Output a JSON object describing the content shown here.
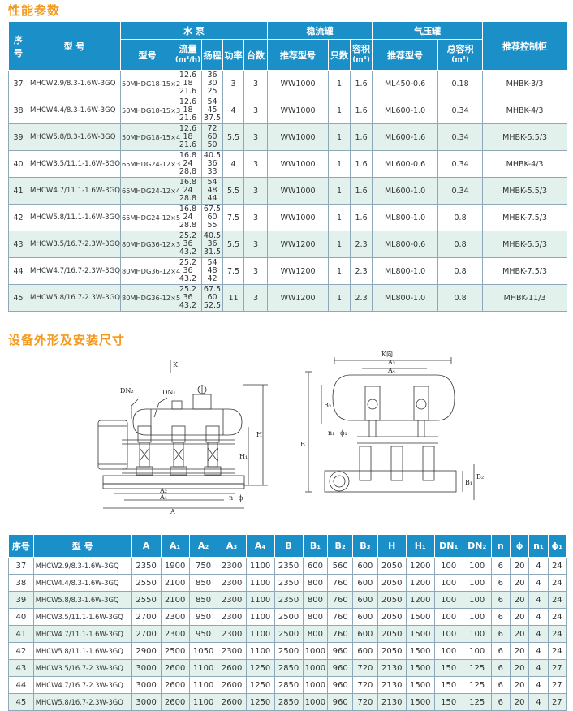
{
  "section1_title": "性能参数",
  "section2_title": "设备外形及安装尺寸",
  "perf": {
    "headers": {
      "seq": [
        "序",
        "号"
      ],
      "model": "型 号",
      "pump_group": "水 泵",
      "pump_model": "型号",
      "flow": "流量",
      "flow_unit": "(m³/h)",
      "head": "扬程",
      "power": "功率",
      "count": "台数",
      "tank_group": "稳流罐",
      "tank_model": "推荐型号",
      "tank_qty": "只数",
      "tank_vol": "容积",
      "tank_vol_unit": "(m³)",
      "press_group": "气压罐",
      "press_model": "推荐型号",
      "press_vol": "总容积",
      "press_vol_unit": "(m³)",
      "cabinet": "推荐控制柜"
    },
    "rows": [
      {
        "seq": "37",
        "model": "MHCW2.9/8.3-1.6W-3GQ",
        "pump": "50MHDG18-15×2",
        "flow": [
          "12.6",
          "18",
          "21.6"
        ],
        "head": [
          "36",
          "30",
          "25"
        ],
        "power": "3",
        "count": "3",
        "tank": "WW1000",
        "qty": "1",
        "vol": "1.6",
        "press": "ML450-0.6",
        "pvol": "0.18",
        "cab": "MHBK-3/3"
      },
      {
        "seq": "38",
        "model": "MHCW4.4/8.3-1.6W-3GQ",
        "pump": "50MHDG18-15×3",
        "flow": [
          "12.6",
          "18",
          "21.6"
        ],
        "head": [
          "54",
          "45",
          "37.5"
        ],
        "power": "4",
        "count": "3",
        "tank": "WW1000",
        "qty": "1",
        "vol": "1.6",
        "press": "ML600-1.0",
        "pvol": "0.34",
        "cab": "MHBK-4/3"
      },
      {
        "seq": "39",
        "model": "MHCW5.8/8.3-1.6W-3GQ",
        "pump": "50MHDG18-15×4",
        "flow": [
          "12.6",
          "18",
          "21.6"
        ],
        "head": [
          "72",
          "60",
          "50"
        ],
        "power": "5.5",
        "count": "3",
        "tank": "WW1000",
        "qty": "1",
        "vol": "1.6",
        "press": "ML600-1.6",
        "pvol": "0.34",
        "cab": "MHBK-5.5/3"
      },
      {
        "seq": "40",
        "model": "MHCW3.5/11.1-1.6W-3GQ",
        "pump": "65MHDG24-12×3",
        "flow": [
          "16.8",
          "24",
          "28.8"
        ],
        "head": [
          "40.5",
          "36",
          "33"
        ],
        "power": "4",
        "count": "3",
        "tank": "WW1000",
        "qty": "1",
        "vol": "1.6",
        "press": "ML600-0.6",
        "pvol": "0.34",
        "cab": "MHBK-4/3"
      },
      {
        "seq": "41",
        "model": "MHCW4.7/11.1-1.6W-3GQ",
        "pump": "65MHDG24-12×4",
        "flow": [
          "16.8",
          "24",
          "28.8"
        ],
        "head": [
          "54",
          "48",
          "44"
        ],
        "power": "5.5",
        "count": "3",
        "tank": "WW1000",
        "qty": "1",
        "vol": "1.6",
        "press": "ML600-1.0",
        "pvol": "0.34",
        "cab": "MHBK-5.5/3"
      },
      {
        "seq": "42",
        "model": "MHCW5.8/11.1-1.6W-3GQ",
        "pump": "65MHDG24-12×5",
        "flow": [
          "16.8",
          "24",
          "28.8"
        ],
        "head": [
          "67.5",
          "60",
          "55"
        ],
        "power": "7.5",
        "count": "3",
        "tank": "WW1000",
        "qty": "1",
        "vol": "1.6",
        "press": "ML800-1.0",
        "pvol": "0.8",
        "cab": "MHBK-7.5/3"
      },
      {
        "seq": "43",
        "model": "MHCW3.5/16.7-2.3W-3GQ",
        "pump": "80MHDG36-12×3",
        "flow": [
          "25.2",
          "36",
          "43.2"
        ],
        "head": [
          "40.5",
          "36",
          "31.5"
        ],
        "power": "5.5",
        "count": "3",
        "tank": "WW1200",
        "qty": "1",
        "vol": "2.3",
        "press": "ML800-0.6",
        "pvol": "0.8",
        "cab": "MHBK-5.5/3"
      },
      {
        "seq": "44",
        "model": "MHCW4.7/16.7-2.3W-3GQ",
        "pump": "80MHDG36-12×4",
        "flow": [
          "25.2",
          "36",
          "43.2"
        ],
        "head": [
          "54",
          "48",
          "42"
        ],
        "power": "7.5",
        "count": "3",
        "tank": "WW1200",
        "qty": "1",
        "vol": "2.3",
        "press": "ML800-1.0",
        "pvol": "0.8",
        "cab": "MHBK-7.5/3"
      },
      {
        "seq": "45",
        "model": "MHCW5.8/16.7-2.3W-3GQ",
        "pump": "80MHDG36-12×5",
        "flow": [
          "25.2",
          "36",
          "43.2"
        ],
        "head": [
          "67.5",
          "60",
          "52.5"
        ],
        "power": "11",
        "count": "3",
        "tank": "WW1200",
        "qty": "1",
        "vol": "2.3",
        "press": "ML800-1.0",
        "pvol": "0.8",
        "cab": "MHBK-11/3"
      }
    ]
  },
  "drawing": {
    "front_labels": {
      "K": "K",
      "DN2": "DN₂",
      "DN1": "DN₁",
      "H1": "H₁",
      "H": "H",
      "A2": "A₂",
      "A1": "A₁",
      "A": "A",
      "n_phi": "n−ϕ"
    },
    "side_labels": {
      "K_dir": "K向",
      "A3": "A₃",
      "A4": "A₄",
      "B3": "B₃",
      "B": "B",
      "n1_phi1": "n₁−ϕ₁",
      "B1": "B₁",
      "B2": "B₂"
    }
  },
  "dims": {
    "headers": [
      "序号",
      "型 号",
      "A",
      "A₁",
      "A₂",
      "A₃",
      "A₄",
      "B",
      "B₁",
      "B₂",
      "B₃",
      "H",
      "H₁",
      "DN₁",
      "DN₂",
      "n",
      "ϕ",
      "n₁",
      "ϕ₁"
    ],
    "rows": [
      [
        "37",
        "MHCW2.9/8.3-1.6W-3GQ",
        "2350",
        "1900",
        "750",
        "2300",
        "1100",
        "2350",
        "600",
        "560",
        "600",
        "2050",
        "1200",
        "100",
        "100",
        "6",
        "20",
        "4",
        "24"
      ],
      [
        "38",
        "MHCW4.4/8.3-1.6W-3GQ",
        "2550",
        "2100",
        "850",
        "2300",
        "1100",
        "2350",
        "800",
        "760",
        "600",
        "2050",
        "1200",
        "100",
        "100",
        "6",
        "20",
        "4",
        "24"
      ],
      [
        "39",
        "MHCW5.8/8.3-1.6W-3GQ",
        "2550",
        "2100",
        "850",
        "2300",
        "1100",
        "2350",
        "800",
        "760",
        "600",
        "2050",
        "1200",
        "100",
        "100",
        "6",
        "20",
        "4",
        "24"
      ],
      [
        "40",
        "MHCW3.5/11.1-1.6W-3GQ",
        "2700",
        "2300",
        "950",
        "2300",
        "1100",
        "2500",
        "800",
        "760",
        "600",
        "2050",
        "1500",
        "100",
        "100",
        "6",
        "20",
        "4",
        "24"
      ],
      [
        "41",
        "MHCW4.7/11.1-1.6W-3GQ",
        "2700",
        "2300",
        "950",
        "2300",
        "1100",
        "2500",
        "800",
        "760",
        "600",
        "2050",
        "1500",
        "100",
        "100",
        "6",
        "20",
        "4",
        "24"
      ],
      [
        "42",
        "MHCW5.8/11.1-1.6W-3GQ",
        "2900",
        "2500",
        "1050",
        "2300",
        "1100",
        "2500",
        "1000",
        "960",
        "600",
        "2050",
        "1500",
        "100",
        "100",
        "6",
        "20",
        "4",
        "24"
      ],
      [
        "43",
        "MHCW3.5/16.7-2.3W-3GQ",
        "3000",
        "2600",
        "1100",
        "2600",
        "1250",
        "2850",
        "1000",
        "960",
        "720",
        "2130",
        "1500",
        "150",
        "125",
        "6",
        "20",
        "4",
        "27"
      ],
      [
        "44",
        "MHCW4.7/16.7-2.3W-3GQ",
        "3000",
        "2600",
        "1100",
        "2600",
        "1250",
        "2850",
        "1000",
        "960",
        "720",
        "2130",
        "1500",
        "150",
        "125",
        "6",
        "20",
        "4",
        "27"
      ],
      [
        "45",
        "MHCW5.8/16.7-2.3W-3GQ",
        "3000",
        "2600",
        "1100",
        "2600",
        "1250",
        "2850",
        "1000",
        "960",
        "720",
        "2130",
        "1500",
        "150",
        "125",
        "6",
        "20",
        "4",
        "27"
      ]
    ]
  }
}
